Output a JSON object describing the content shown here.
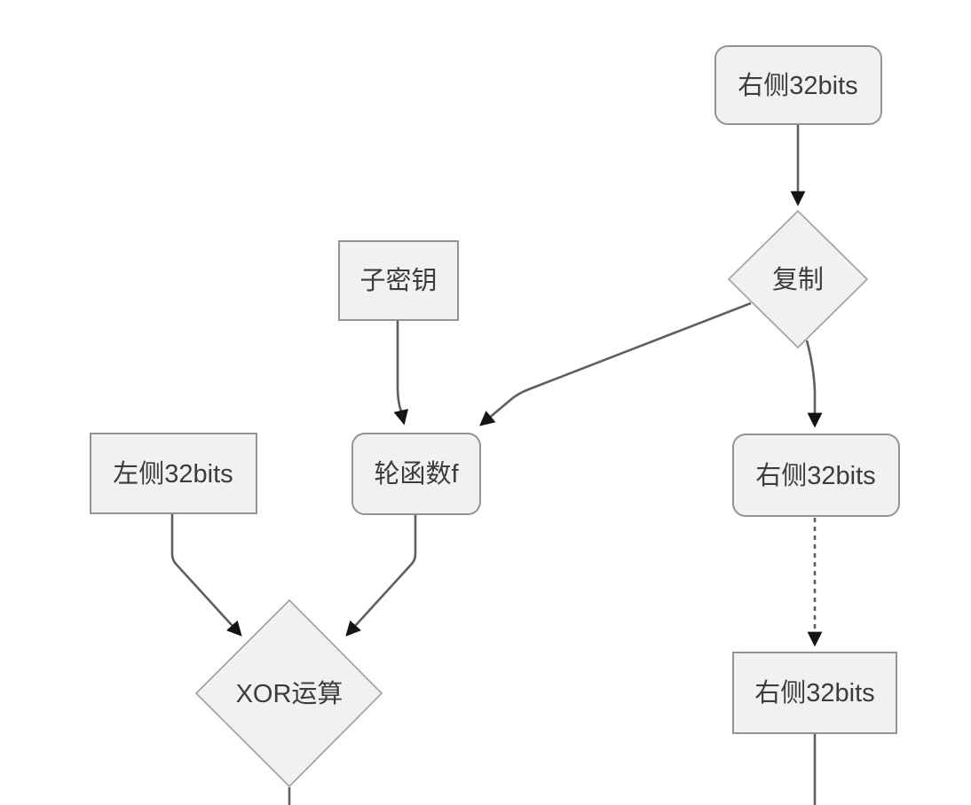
{
  "diagram": {
    "background_color": "#ffffff",
    "colors": {
      "node_fill": "#f1f1f1",
      "node_border": "#949494",
      "diamond_border": "#a6a6a6",
      "edge_stroke": "#5f5f5f",
      "arrowhead": "#141414",
      "label_text": "#3c3c3c"
    },
    "nodes": [
      {
        "id": "right32_top",
        "shape": "rounded-rect",
        "label": "右侧32bits"
      },
      {
        "id": "copy",
        "shape": "diamond",
        "label": "复制"
      },
      {
        "id": "subkey",
        "shape": "rect",
        "label": "子密钥"
      },
      {
        "id": "round_function_f",
        "shape": "rounded-rect",
        "label": "轮函数f"
      },
      {
        "id": "left32",
        "shape": "rect",
        "label": "左侧32bits"
      },
      {
        "id": "xor",
        "shape": "diamond",
        "label": "XOR运算"
      },
      {
        "id": "right32_mid",
        "shape": "rounded-rect",
        "label": "右侧32bits"
      },
      {
        "id": "right32_bottom",
        "shape": "rect",
        "label": "右侧32bits"
      }
    ],
    "edges": [
      {
        "from": "right32_top",
        "to": "copy",
        "style": "solid",
        "arrow": true
      },
      {
        "from": "copy",
        "to": "round_function_f",
        "style": "solid",
        "arrow": true
      },
      {
        "from": "subkey",
        "to": "round_function_f",
        "style": "solid",
        "arrow": true
      },
      {
        "from": "copy",
        "to": "right32_mid",
        "style": "solid",
        "arrow": true
      },
      {
        "from": "left32",
        "to": "xor",
        "style": "solid",
        "arrow": true
      },
      {
        "from": "round_function_f",
        "to": "xor",
        "style": "solid",
        "arrow": true
      },
      {
        "from": "right32_mid",
        "to": "right32_bottom",
        "style": "dashed",
        "arrow": true
      },
      {
        "from": "xor",
        "to": "offscreen-bottom",
        "style": "solid",
        "arrow": false
      },
      {
        "from": "right32_bottom",
        "to": "offscreen-bottom",
        "style": "solid",
        "arrow": false
      }
    ]
  }
}
